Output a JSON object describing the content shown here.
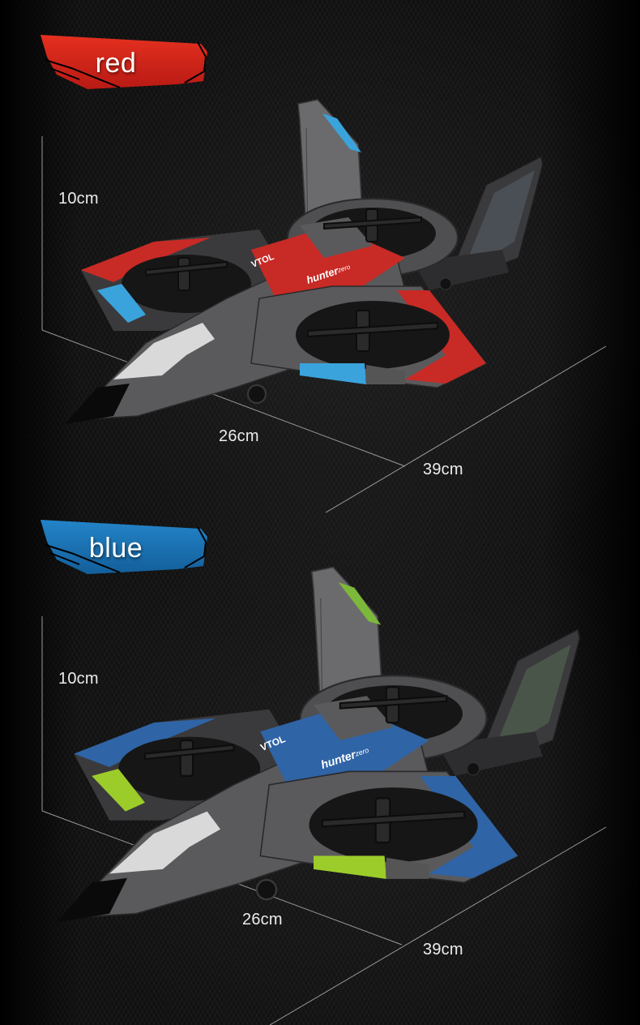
{
  "variants": [
    {
      "id": "red",
      "label": "red",
      "banner_color": "#d8261c",
      "primary_color": "#c82a25",
      "accent_color": "#3aa3dc",
      "dimensions": {
        "height": "10cm",
        "width": "26cm",
        "length": "39cm"
      },
      "fuselage_text": {
        "model": "VTOL",
        "brand": "hunter",
        "sub_brand": "zero"
      }
    },
    {
      "id": "blue",
      "label": "blue",
      "banner_color": "#1a76b8",
      "primary_color": "#2f64a6",
      "accent_color": "#9ccc2a",
      "dimensions": {
        "height": "10cm",
        "width": "26cm",
        "length": "39cm"
      },
      "fuselage_text": {
        "model": "VTOL",
        "brand": "hunter",
        "sub_brand": "zero"
      }
    }
  ],
  "colors": {
    "background": "#0d0d0d",
    "dimension_line": "#9a9a9a",
    "body_gray": "#5a5a5c",
    "body_dark": "#2c2c2e",
    "canopy": "#d9d9d9",
    "nose": "#0a0a0a"
  }
}
